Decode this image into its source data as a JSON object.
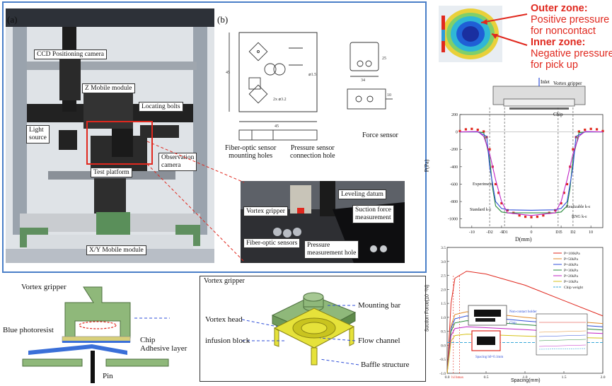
{
  "panel_a": {
    "tag": "(a)",
    "labels": {
      "ccd": "CCD Positioning camera",
      "z_module": "Z Mobile module",
      "bolts": "Locating bolts",
      "light": "Light\nsource",
      "observation": "Observation\ncamera",
      "platform": "Test platform",
      "xy": "X/Y Mobile module"
    }
  },
  "panel_b": {
    "tag": "(b)",
    "labels": {
      "fiber_holes": "Fiber-optic sensor\nmounting holes",
      "pressure_hole": "Pressure sensor\nconnection hole",
      "force_sensor": "Force sensor",
      "leveling": "Leveling datum",
      "vortex": "Vortex gripper",
      "suction": "Suction force\nmeasurement",
      "fiber_sensors": "Fiber-optic sensors",
      "pressure_meas": "Pressure\nmeasurement hole"
    },
    "dims": [
      "45",
      "2x ⌀3.2",
      "⌀1.5",
      "25",
      "34",
      "10"
    ]
  },
  "zones": {
    "outer_title": "Outer zone:",
    "outer_text": "Positive pressure\nfor noncontact",
    "inner_title": "Inner zone:",
    "inner_text": "Negative pressure\nfor pick up"
  },
  "pressure_chart": {
    "chart_data": {
      "type": "line",
      "title": "",
      "xlabel": "D(mm)",
      "ylabel": "P(Pa)",
      "xlim": [
        -12,
        12
      ],
      "ylim": [
        -1100,
        200
      ],
      "x_ticks": [
        -10,
        -5,
        0,
        5,
        10
      ],
      "y_ticks": [
        200,
        0,
        -200,
        -400,
        -600,
        -800,
        -1000
      ],
      "series": [
        {
          "name": "Experiment",
          "color": "#e0281e",
          "x": [
            -12,
            -11,
            -10,
            -9,
            -8,
            -7.5,
            -7,
            -6.5,
            -6,
            -5.5,
            -5,
            -4,
            -3,
            -2,
            -1,
            0,
            1,
            2,
            3,
            4,
            5,
            5.5,
            6,
            6.5,
            7,
            7.5,
            8,
            9,
            10,
            11,
            12
          ],
          "y": [
            10,
            30,
            35,
            25,
            5,
            -60,
            -200,
            -400,
            -600,
            -700,
            -820,
            -900,
            -930,
            -960,
            -975,
            -980,
            -975,
            -960,
            -930,
            -900,
            -820,
            -700,
            -600,
            -400,
            -200,
            -60,
            5,
            25,
            35,
            30,
            10
          ]
        },
        {
          "name": "Standard k-ε",
          "color": "#2a8a3c",
          "x": [
            -12,
            -9,
            -8,
            -7,
            -6.5,
            -6,
            -5,
            -4,
            0,
            4,
            5,
            6,
            6.5,
            7,
            8,
            9,
            12
          ],
          "y": [
            0,
            0,
            -10,
            -300,
            -650,
            -850,
            -920,
            -930,
            -930,
            -930,
            -920,
            -850,
            -650,
            -300,
            -10,
            0,
            0
          ]
        },
        {
          "name": "Realizable k-ε",
          "color": "#2f4fd8",
          "x": [
            -12,
            -9,
            -7.5,
            -7,
            -6,
            -5,
            -4,
            0,
            4,
            5,
            6,
            7,
            7.5,
            9,
            12
          ],
          "y": [
            0,
            0,
            -50,
            -400,
            -800,
            -880,
            -895,
            -900,
            -895,
            -880,
            -800,
            -400,
            -50,
            0,
            0
          ]
        },
        {
          "name": "RNG k-ε",
          "color": "#c023c4",
          "x": [
            -12,
            -9,
            -8,
            -7,
            -6,
            -5,
            -4,
            0,
            4,
            5,
            6,
            7,
            8,
            9,
            12
          ],
          "y": [
            0,
            5,
            -50,
            -250,
            -550,
            -800,
            -930,
            -960,
            -930,
            -800,
            -550,
            -250,
            -50,
            5,
            0
          ]
        }
      ],
      "annotations": [
        "Experiment",
        "Standard k-ε",
        "Realizable k-ε",
        "RNG k-ε"
      ],
      "x_markers": [
        "-D2",
        "-D1",
        "D1",
        "D2"
      ]
    },
    "diagram_labels": {
      "inlet": "Inlet",
      "gripper": "Vortex gripper",
      "chip": "Chip"
    }
  },
  "force_chart": {
    "chart_data": {
      "type": "line",
      "title": "",
      "xlabel": "Spacing(mm)",
      "ylabel": "Suction Force(10⁻²N)",
      "xlim": [
        0,
        2.0
      ],
      "ylim": [
        -1,
        3.5
      ],
      "x_ticks": [
        0,
        0.5,
        1.0,
        1.5,
        2.0
      ],
      "y_ticks": [
        3.5,
        3.0,
        2.5,
        2.0,
        1.5,
        1.0,
        0.5,
        0.0,
        -0.5,
        -1.0
      ],
      "series": [
        {
          "name": "P=100kPa",
          "color": "#e0281e",
          "x": [
            0,
            0.05,
            0.1,
            0.25,
            0.5,
            1.0,
            1.5,
            2.0
          ],
          "y": [
            -1,
            1.5,
            2.4,
            2.65,
            2.55,
            2.15,
            1.6,
            1.05
          ]
        },
        {
          "name": "P=50kPa",
          "color": "#e08a2a",
          "x": [
            0,
            0.05,
            0.1,
            0.25,
            0.5,
            1.0,
            1.5,
            2.0
          ],
          "y": [
            -1,
            0.7,
            1.1,
            1.2,
            1.15,
            1.0,
            0.88,
            0.78
          ]
        },
        {
          "name": "P=40kPa",
          "color": "#2f4fd8",
          "x": [
            0,
            0.05,
            0.1,
            0.25,
            0.5,
            1.0,
            1.5,
            2.0
          ],
          "y": [
            -1,
            0.6,
            0.95,
            1.05,
            1.0,
            0.87,
            0.76,
            0.66
          ]
        },
        {
          "name": "P=30kPa",
          "color": "#2a8a3c",
          "x": [
            0,
            0.05,
            0.1,
            0.25,
            0.5,
            1.0,
            1.5,
            2.0
          ],
          "y": [
            -1,
            0.5,
            0.8,
            0.88,
            0.84,
            0.74,
            0.64,
            0.55
          ]
        },
        {
          "name": "P=20kPa",
          "color": "#c023c4",
          "x": [
            0,
            0.05,
            0.1,
            0.25,
            0.5,
            1.0,
            1.5,
            2.0
          ],
          "y": [
            -1,
            0.35,
            0.6,
            0.66,
            0.63,
            0.56,
            0.48,
            0.42
          ]
        },
        {
          "name": "P=10kPa",
          "color": "#d6c21a",
          "x": [
            0,
            0.05,
            0.1,
            0.25,
            0.5,
            1.0,
            1.5,
            2.0
          ],
          "y": [
            -1,
            0.15,
            0.35,
            0.4,
            0.38,
            0.33,
            0.29,
            0.26
          ]
        },
        {
          "name": "Chip weight",
          "color": "#3aa8d8",
          "x": [
            0,
            2.0
          ],
          "y": [
            0.1,
            0.1
          ],
          "dashed": true
        }
      ],
      "x_markers": [
        "h1",
        "hmax"
      ],
      "inset_labels": {
        "holder": "Non-contact holder",
        "chip": "Chip",
        "spacing": "Spacing  h0=0.1mm"
      }
    }
  },
  "bottom_left": {
    "labels": {
      "vortex": "Vortex gripper",
      "photoresist": "Blue photoresist",
      "chip": "Chip",
      "adhesive": "Adhesive layer",
      "pin": "Pin"
    }
  },
  "bottom_right": {
    "title": "Vortex gripper",
    "labels": {
      "mounting": "Mounting bar",
      "head": "Vortex head",
      "infusion": "infusion block",
      "flow": "Flow channel",
      "baffle": "Baffle structure"
    }
  }
}
